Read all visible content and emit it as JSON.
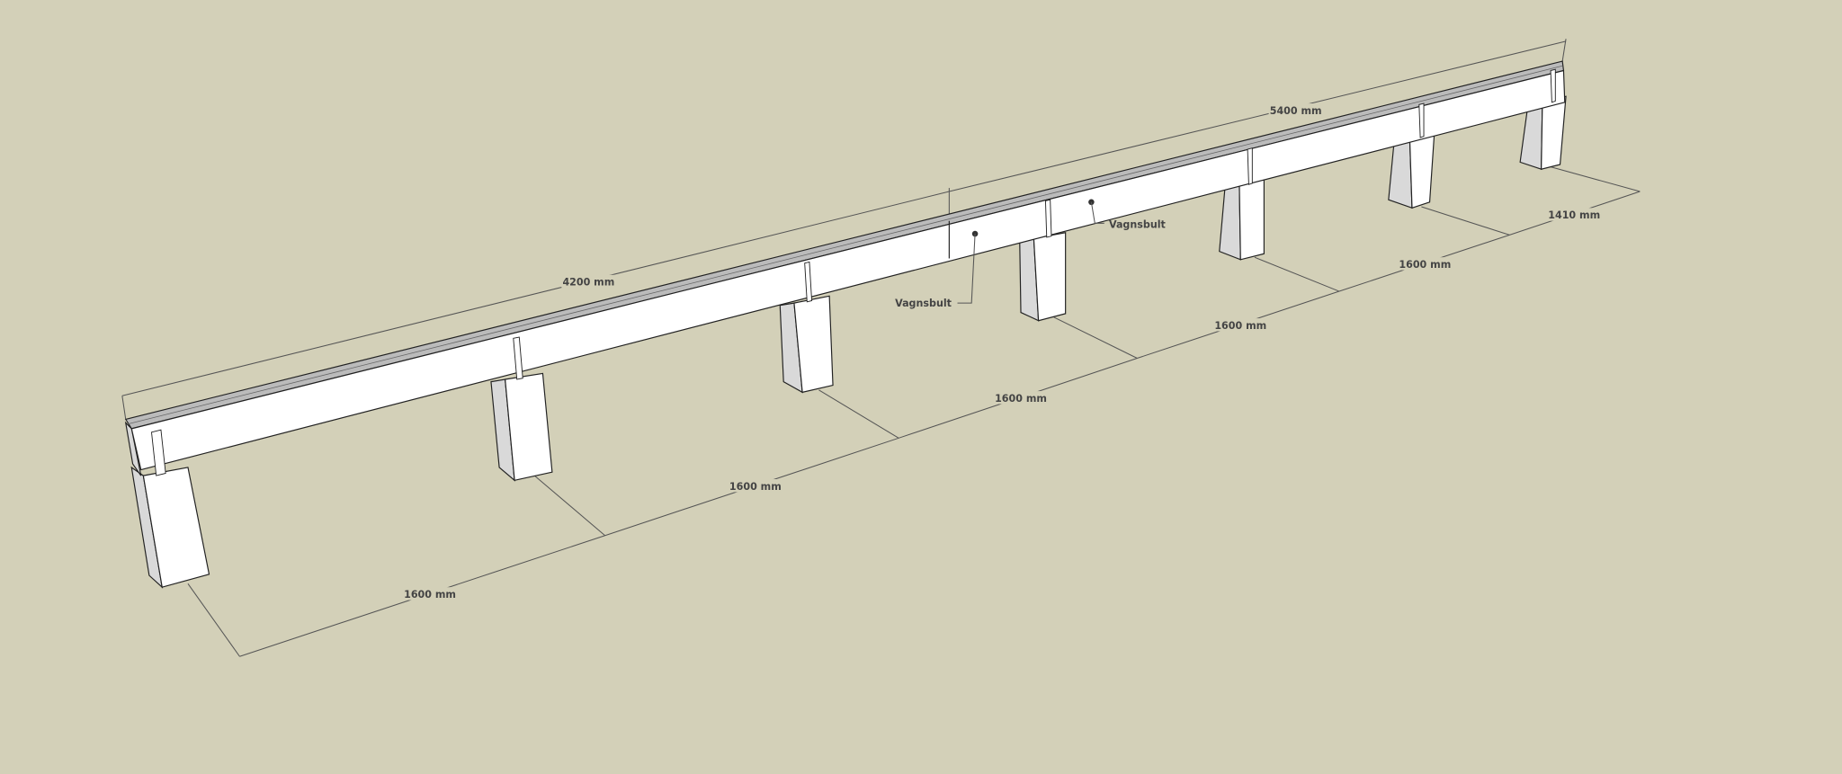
{
  "colors": {
    "background": "#d3d0b8",
    "face": "#ffffff",
    "side": "#d9d9d9",
    "edge": "#222222"
  },
  "dimensions": {
    "top_left": "4200 mm",
    "top_right": "5400 mm",
    "spacing": [
      "1600 mm",
      "1600 mm",
      "1600 mm",
      "1600 mm",
      "1600 mm",
      "1410 mm"
    ]
  },
  "callouts": {
    "left": "Vagnsbult",
    "right": "Vagnsbult"
  }
}
